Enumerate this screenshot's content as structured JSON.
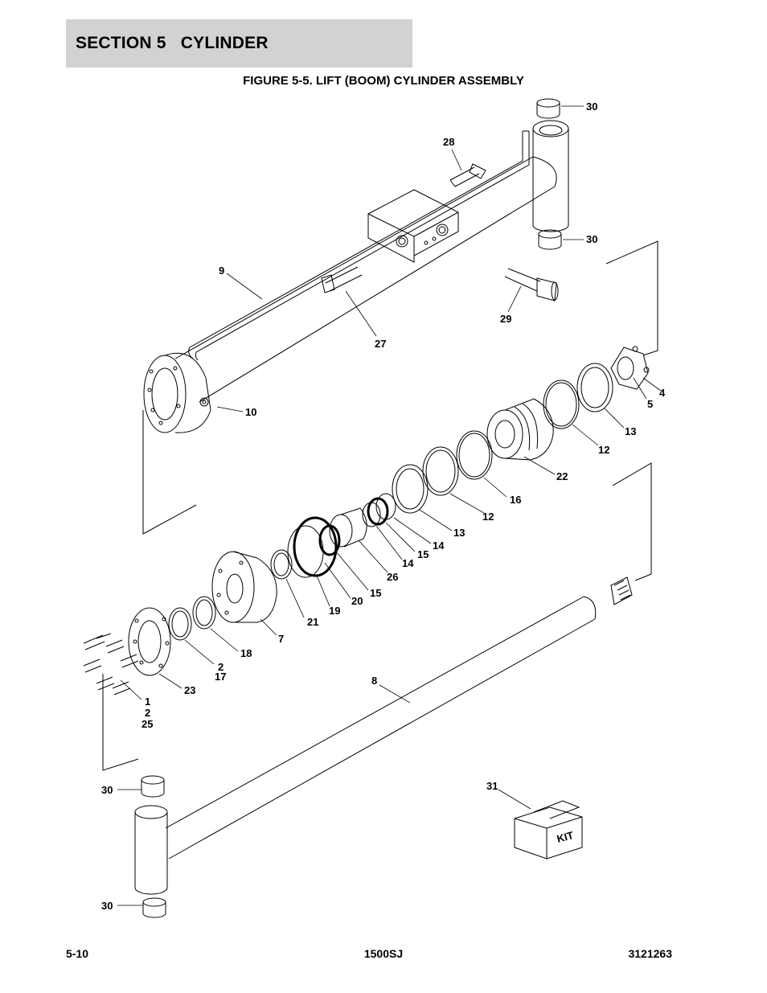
{
  "header": {
    "section_title": "SECTION 5   CYLINDER"
  },
  "figure": {
    "title": "FIGURE 5-5. LIFT (BOOM) CYLINDER ASSEMBLY",
    "kit_label": "KIT"
  },
  "callouts": {
    "c30a": "30",
    "c28": "28",
    "c30b": "30",
    "c9": "9",
    "c29": "29",
    "c27": "27",
    "c10": "10",
    "c4": "4",
    "c5": "5",
    "c13a": "13",
    "c12a": "12",
    "c22": "22",
    "c16": "16",
    "c12b": "12",
    "c13b": "13",
    "c14a": "14",
    "c15a": "15",
    "c14b": "14",
    "c26": "26",
    "c15b": "15",
    "c20": "20",
    "c19": "19",
    "c21": "21",
    "c7": "7",
    "c18": "18",
    "c2a": "2",
    "c17": "17",
    "c23": "23",
    "c1": "1",
    "c2b": "2",
    "c25": "25",
    "c8": "8",
    "c31": "31",
    "c30c": "30",
    "c30d": "30"
  },
  "footer": {
    "page": "5-10",
    "model": "1500SJ",
    "doc_number": "3121263"
  }
}
